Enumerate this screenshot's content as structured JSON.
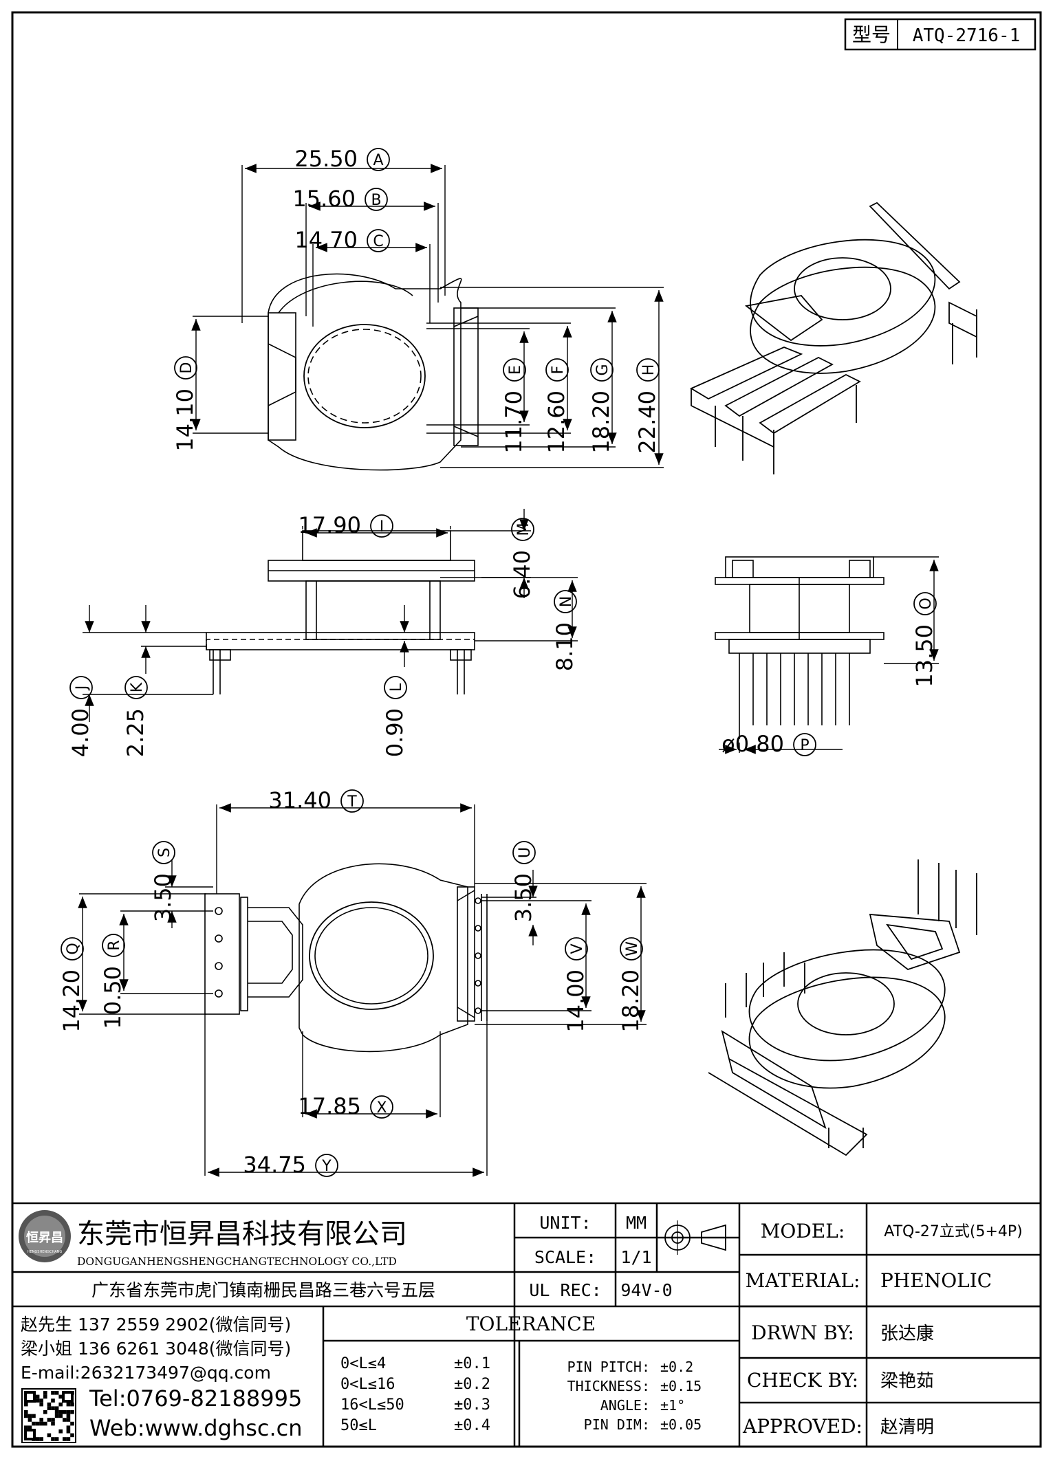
{
  "title_block": {
    "model_label": "型号",
    "model_no": "ATQ-2716-1"
  },
  "dims": {
    "A": {
      "value": "25.50",
      "letter": "A"
    },
    "B": {
      "value": "15.60",
      "letter": "B"
    },
    "C": {
      "value": "14.70",
      "letter": "C"
    },
    "D": {
      "value": "14.10",
      "letter": "D"
    },
    "E": {
      "value": "11.70",
      "letter": "E"
    },
    "F": {
      "value": "12.60",
      "letter": "F"
    },
    "G": {
      "value": "18.20",
      "letter": "G"
    },
    "H": {
      "value": "22.40",
      "letter": "H"
    },
    "I": {
      "value": "17.90",
      "letter": "I"
    },
    "M": {
      "value": "6.40",
      "letter": "M"
    },
    "N": {
      "value": "8.10",
      "letter": "N"
    },
    "J": {
      "value": "4.00",
      "letter": "J"
    },
    "K": {
      "value": "2.25",
      "letter": "K"
    },
    "L": {
      "value": "0.90",
      "letter": "L"
    },
    "O": {
      "value": "13.50",
      "letter": "O"
    },
    "P": {
      "value": "ø0.80",
      "letter": "P"
    },
    "T": {
      "value": "31.40",
      "letter": "T"
    },
    "S": {
      "value": "3.50",
      "letter": "S"
    },
    "U": {
      "value": "3.50",
      "letter": "U"
    },
    "Q": {
      "value": "14.20",
      "letter": "Q"
    },
    "R": {
      "value": "10.50",
      "letter": "R"
    },
    "V": {
      "value": "14.00",
      "letter": "V"
    },
    "W": {
      "value": "18.20",
      "letter": "W"
    },
    "X": {
      "value": "17.85",
      "letter": "X"
    },
    "Y": {
      "value": "34.75",
      "letter": "Y"
    }
  },
  "company": {
    "name_cn": "东莞市恒昇昌科技有限公司",
    "name_en": "DONGUGANHENGSHENGCHANGTECHNOLOGY CO.,LTD",
    "address": "广东省东莞市虎门镇南栅民昌路三巷六号五层",
    "logo_text": "恒昇昌",
    "logo_sub": "HENGSHENGCHANG"
  },
  "spec": {
    "unit_label": "UNIT:",
    "unit_value": "MM",
    "scale_label": "SCALE:",
    "scale_value": "1/1",
    "ulrec_label": "UL REC:",
    "ulrec_value": "94V-0"
  },
  "info": {
    "model_label": "MODEL:",
    "model_value": "ATQ-27立式(5+4P)",
    "material_label": "MATERIAL:",
    "material_value": "PHENOLIC",
    "drawn_label": "DRWN BY:",
    "drawn_value": "张达康",
    "check_label": "CHECK BY:",
    "check_value": "梁艳茹",
    "approved_label": "APPROVED:",
    "approved_value": "赵清明"
  },
  "contacts": {
    "line1": "赵先生 137 2559 2902(微信同号)",
    "line2": "梁小姐 136 6261 3048(微信同号)",
    "email": "E-mail:2632173497@qq.com",
    "tel": "Tel:0769-82188995",
    "web": "Web:www.dghsc.cn"
  },
  "tolerance": {
    "title": "TOLERANCE",
    "rows": [
      {
        "range": "0<L≤4",
        "tol": "±0.1"
      },
      {
        "range": "0<L≤16",
        "tol": "±0.2"
      },
      {
        "range": "16<L≤50",
        "tol": "±0.3"
      },
      {
        "range": "50≤L",
        "tol": "±0.4"
      }
    ],
    "specs": [
      {
        "label": "PIN PITCH:",
        "value": "±0.2"
      },
      {
        "label": "THICKNESS:",
        "value": "±0.15"
      },
      {
        "label": "ANGLE:",
        "value": "±1°"
      },
      {
        "label": "PIN DIM:",
        "value": "±0.05"
      }
    ]
  }
}
